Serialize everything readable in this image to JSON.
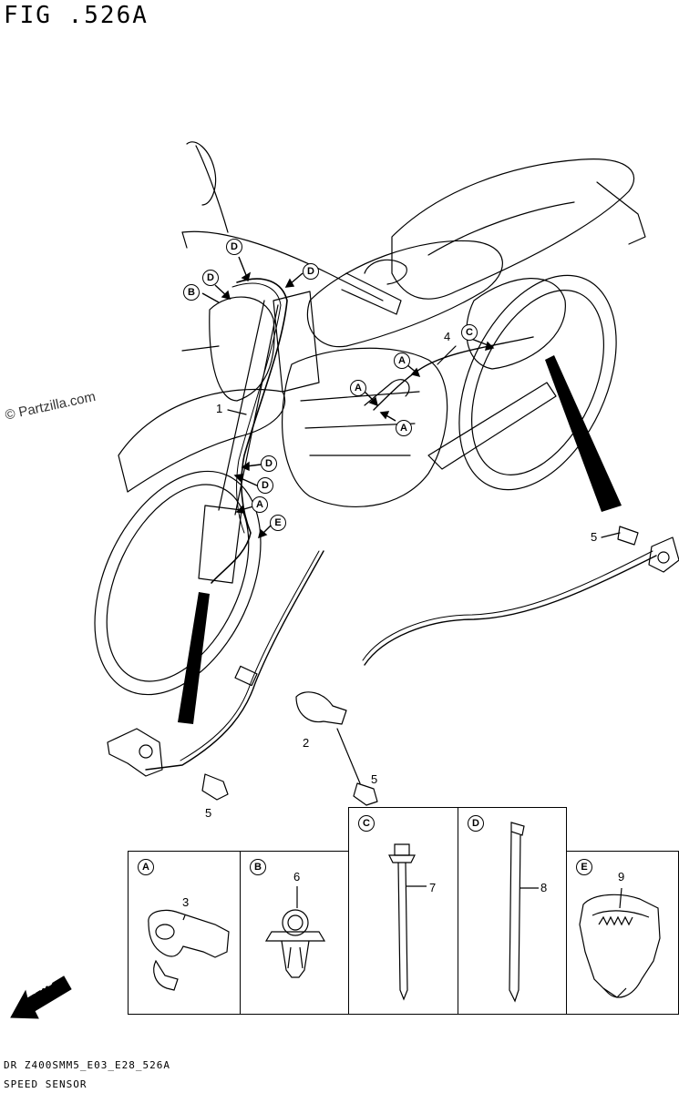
{
  "header": {
    "fig_title": "FIG .526A"
  },
  "watermark": "© Partzilla.com",
  "callouts": {
    "p1": "1",
    "p2": "2",
    "p4": "4",
    "p5_right": "5",
    "p5_mid": "5",
    "p5_left": "5"
  },
  "letters": {
    "a": "A",
    "b": "B",
    "c": "C",
    "d": "D",
    "e": "E"
  },
  "detail_boxes": [
    {
      "letter": "A",
      "part": "3"
    },
    {
      "letter": "B",
      "part": "6"
    },
    {
      "letter": "C",
      "part": "7"
    },
    {
      "letter": "D",
      "part": "8"
    },
    {
      "letter": "E",
      "part": "9"
    }
  ],
  "fwd_label": "FWD",
  "footer": {
    "code": "DR Z400SMM5_E03_E28_526A",
    "caption": "SPEED SENSOR"
  }
}
